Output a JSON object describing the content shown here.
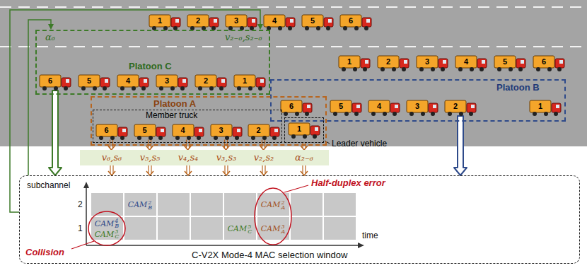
{
  "diagram": {
    "nodes": [
      {
        "text": [
          "1"
        ]
      },
      {
        "text": [
          "2"
        ]
      },
      {
        "text": [
          "3"
        ]
      },
      {
        "text": [
          "4"
        ]
      },
      {
        "text": [
          "5"
        ]
      },
      {
        "text": [
          "6"
        ]
      },
      {
        "text": [
          "1"
        ]
      },
      {
        "text": [
          "2"
        ]
      },
      {
        "text": [
          "3"
        ]
      },
      {
        "text": [
          "4"
        ]
      },
      {
        "text": [
          "5"
        ]
      },
      {
        "text": [
          "6"
        ]
      },
      {
        "text": [
          "Platoon C"
        ]
      },
      {
        "text": [
          "6"
        ],
        "in": 12
      },
      {
        "text": [
          "5"
        ],
        "in": 12
      },
      {
        "text": [
          "4"
        ],
        "in": 12
      },
      {
        "text": [
          "3"
        ],
        "in": 12
      },
      {
        "text": [
          "2"
        ],
        "in": 12
      },
      {
        "text": [
          "1"
        ],
        "in": 12
      },
      {
        "text": [
          "Platoon B"
        ]
      },
      {
        "text": [
          "6"
        ],
        "in": 19
      },
      {
        "text": [
          "5"
        ],
        "in": 19
      },
      {
        "text": [
          "4"
        ],
        "in": 19
      },
      {
        "text": [
          "3"
        ],
        "in": 19
      },
      {
        "text": [
          "2"
        ],
        "in": 19
      },
      {
        "text": [
          "1"
        ],
        "in": 19
      },
      {
        "text": [
          "Platoon A"
        ]
      },
      {
        "text": [
          "Member truck"
        ],
        "in": 26
      },
      {
        "text": [
          "6"
        ],
        "in": 27
      },
      {
        "text": [
          "5"
        ],
        "in": 27
      },
      {
        "text": [
          "4"
        ],
        "in": 27
      },
      {
        "text": [
          "3"
        ],
        "in": 27
      },
      {
        "text": [
          "2"
        ],
        "in": 27
      },
      {
        "text": [
          "1"
        ],
        "in": 26
      },
      {
        "text": [
          "v₆,s₆",
          "v₅,s₅",
          "v₄,s₄",
          "v₃,s₃",
          "v₂,s₂",
          "α₂₋₆"
        ]
      },
      {
        "text": [
          "C-V2X Mode-4 MAC selection window"
        ]
      },
      {
        "text": [
          "CAM",
          "4",
          "B",
          "CAM",
          "3",
          "C"
        ],
        "in": 35
      },
      {
        "text": [
          "CAM",
          "2",
          "B"
        ],
        "in": 35
      },
      {
        "text": [
          "CAM",
          "5",
          "C"
        ],
        "in": 35
      },
      {
        "text": [
          "CAM",
          "2",
          "A"
        ],
        "in": 35
      },
      {
        "text": [
          "CAM",
          "3",
          "A"
        ],
        "in": 35
      }
    ],
    "edges": [
      {
        "from": 13,
        "to": 35,
        "arrow": "to"
      },
      {
        "from": 35,
        "to": 12,
        "arrow": "to"
      },
      {
        "from": 35,
        "to": 12,
        "arrow": "to"
      },
      {
        "from": 24,
        "to": 35,
        "arrow": "to"
      },
      {
        "from": 28,
        "to": 34,
        "arrow": "to"
      },
      {
        "from": 29,
        "to": 34,
        "arrow": "to"
      },
      {
        "from": 30,
        "to": 34,
        "arrow": "to"
      },
      {
        "from": 31,
        "to": 34,
        "arrow": "to"
      },
      {
        "from": 32,
        "to": 34,
        "arrow": "to"
      },
      {
        "from": 33,
        "to": 34,
        "arrow": "to"
      },
      {
        "from": 34,
        "to": 35,
        "arrow": "to"
      },
      {
        "from": 34,
        "to": 35,
        "arrow": "to"
      },
      {
        "from": 34,
        "to": 35,
        "arrow": "to"
      },
      {
        "from": 34,
        "to": 35,
        "arrow": "to"
      },
      {
        "from": 34,
        "to": 35,
        "arrow": "to"
      },
      {
        "from": 34,
        "to": 35,
        "arrow": "to"
      }
    ],
    "labels": [
      "α₆",
      "v₂₋₆,s₂₋₆",
      "Leader vehicle",
      "subchannel",
      "2",
      "1",
      "time",
      "Collision",
      "Half-duplex error"
    ]
  }
}
